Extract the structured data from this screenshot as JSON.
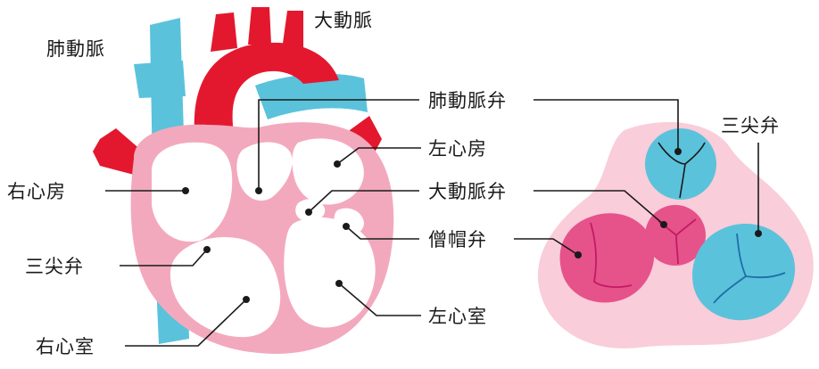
{
  "labels": {
    "pulmonary_artery": "肺動脈",
    "aorta": "大動脈",
    "pulmonary_valve": "肺動脈弁",
    "left_atrium": "左心房",
    "right_atrium": "右心房",
    "aortic_valve": "大動脈弁",
    "mitral_valve": "僧帽弁",
    "tricuspid_valve": "三尖弁",
    "left_ventricle": "左心室",
    "right_ventricle": "右心室",
    "tricuspid_valve_right": "三尖弁"
  },
  "colors": {
    "vein_blue": "#5bc2db",
    "artery_red": "#e3182f",
    "heart_pink": "#f3a9bd",
    "chamber_white": "#ffffff",
    "valve_pink": "#e6528a",
    "valve_line": "#c41a66",
    "valve_blue_line": "#1d6fa6",
    "valve_base": "#f9cdd9"
  }
}
